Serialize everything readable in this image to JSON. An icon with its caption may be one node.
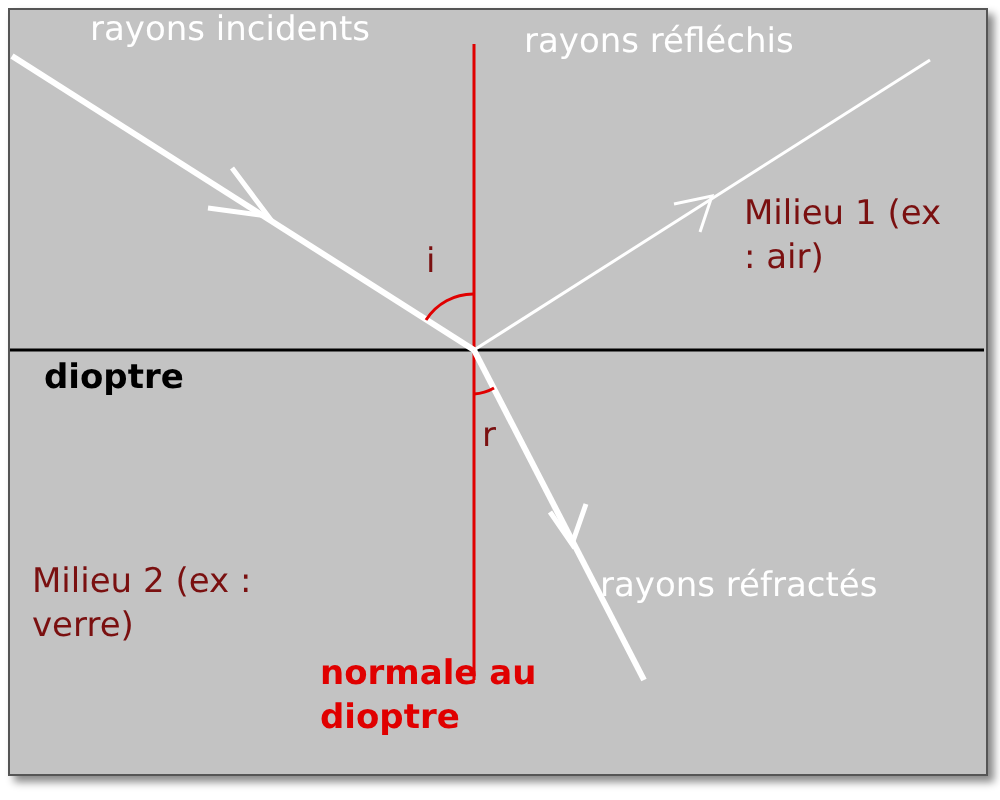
{
  "diagram": {
    "labels": [
      "rayons incidents",
      "rayons réfléchis",
      "Milieu 1 (ex : air)",
      "i",
      "dioptre",
      "r",
      "Milieu 2 (ex : verre)",
      "rayons réfractés",
      "normale au dioptre"
    ]
  }
}
